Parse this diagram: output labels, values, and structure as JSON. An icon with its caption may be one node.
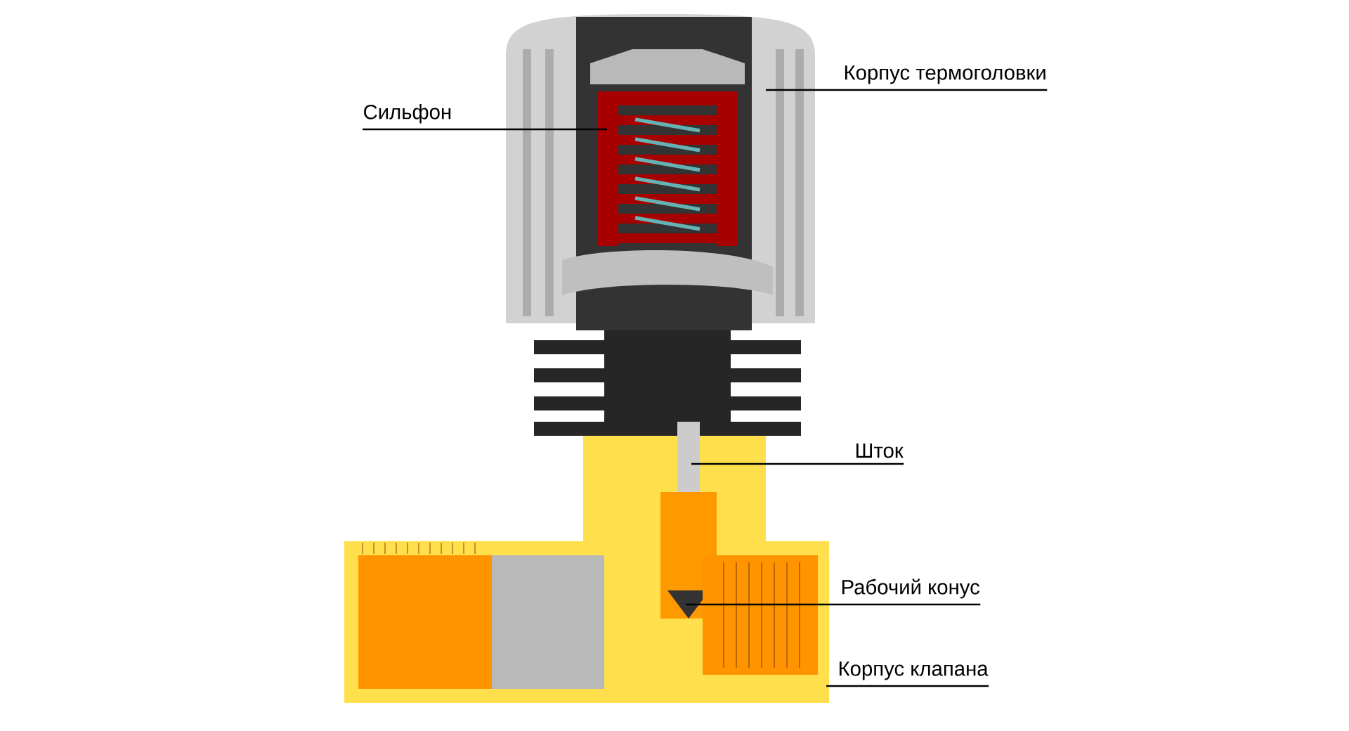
{
  "diagram": {
    "nodes": [
      {
        "text": [
          "Корпус термоголовки"
        ]
      },
      {
        "text": [
          "Сильфон"
        ]
      },
      {
        "text": [
          "Шток"
        ]
      },
      {
        "text": [
          "Рабочий конус"
        ]
      },
      {
        "text": [
          "Корпус клапана"
        ]
      }
    ],
    "edges": [
      {
        "from": 0,
        "to": null,
        "arrow": "none"
      },
      {
        "from": 1,
        "to": null,
        "arrow": "none"
      },
      {
        "from": 2,
        "to": null,
        "arrow": "none"
      },
      {
        "from": 3,
        "to": null,
        "arrow": "none"
      },
      {
        "from": 4,
        "to": null,
        "arrow": "none"
      }
    ]
  }
}
